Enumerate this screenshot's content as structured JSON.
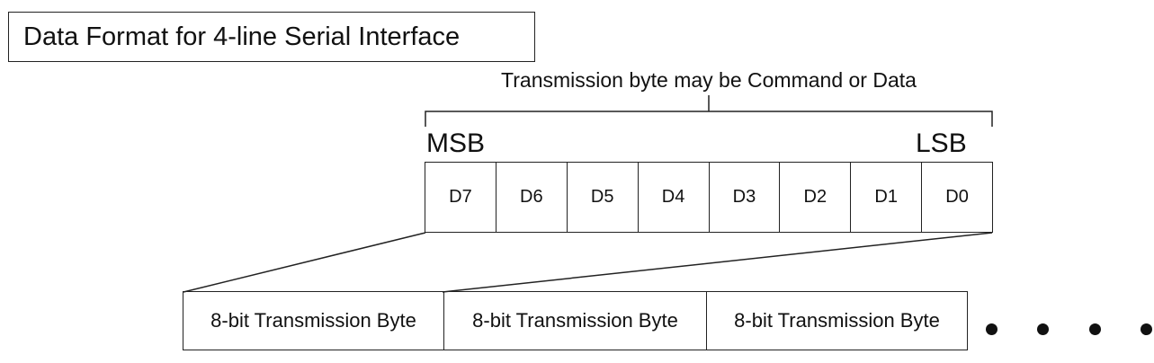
{
  "title": "Data Format for 4-line Serial Interface",
  "brace_caption": "Transmission byte may be Command or Data",
  "msb_label": "MSB",
  "lsb_label": "LSB",
  "bits": [
    "D7",
    "D6",
    "D5",
    "D4",
    "D3",
    "D2",
    "D1",
    "D0"
  ],
  "bytes": [
    "8-bit Transmission Byte",
    "8-bit Transmission Byte",
    "8-bit Transmission Byte"
  ],
  "continuation": "more bytes"
}
